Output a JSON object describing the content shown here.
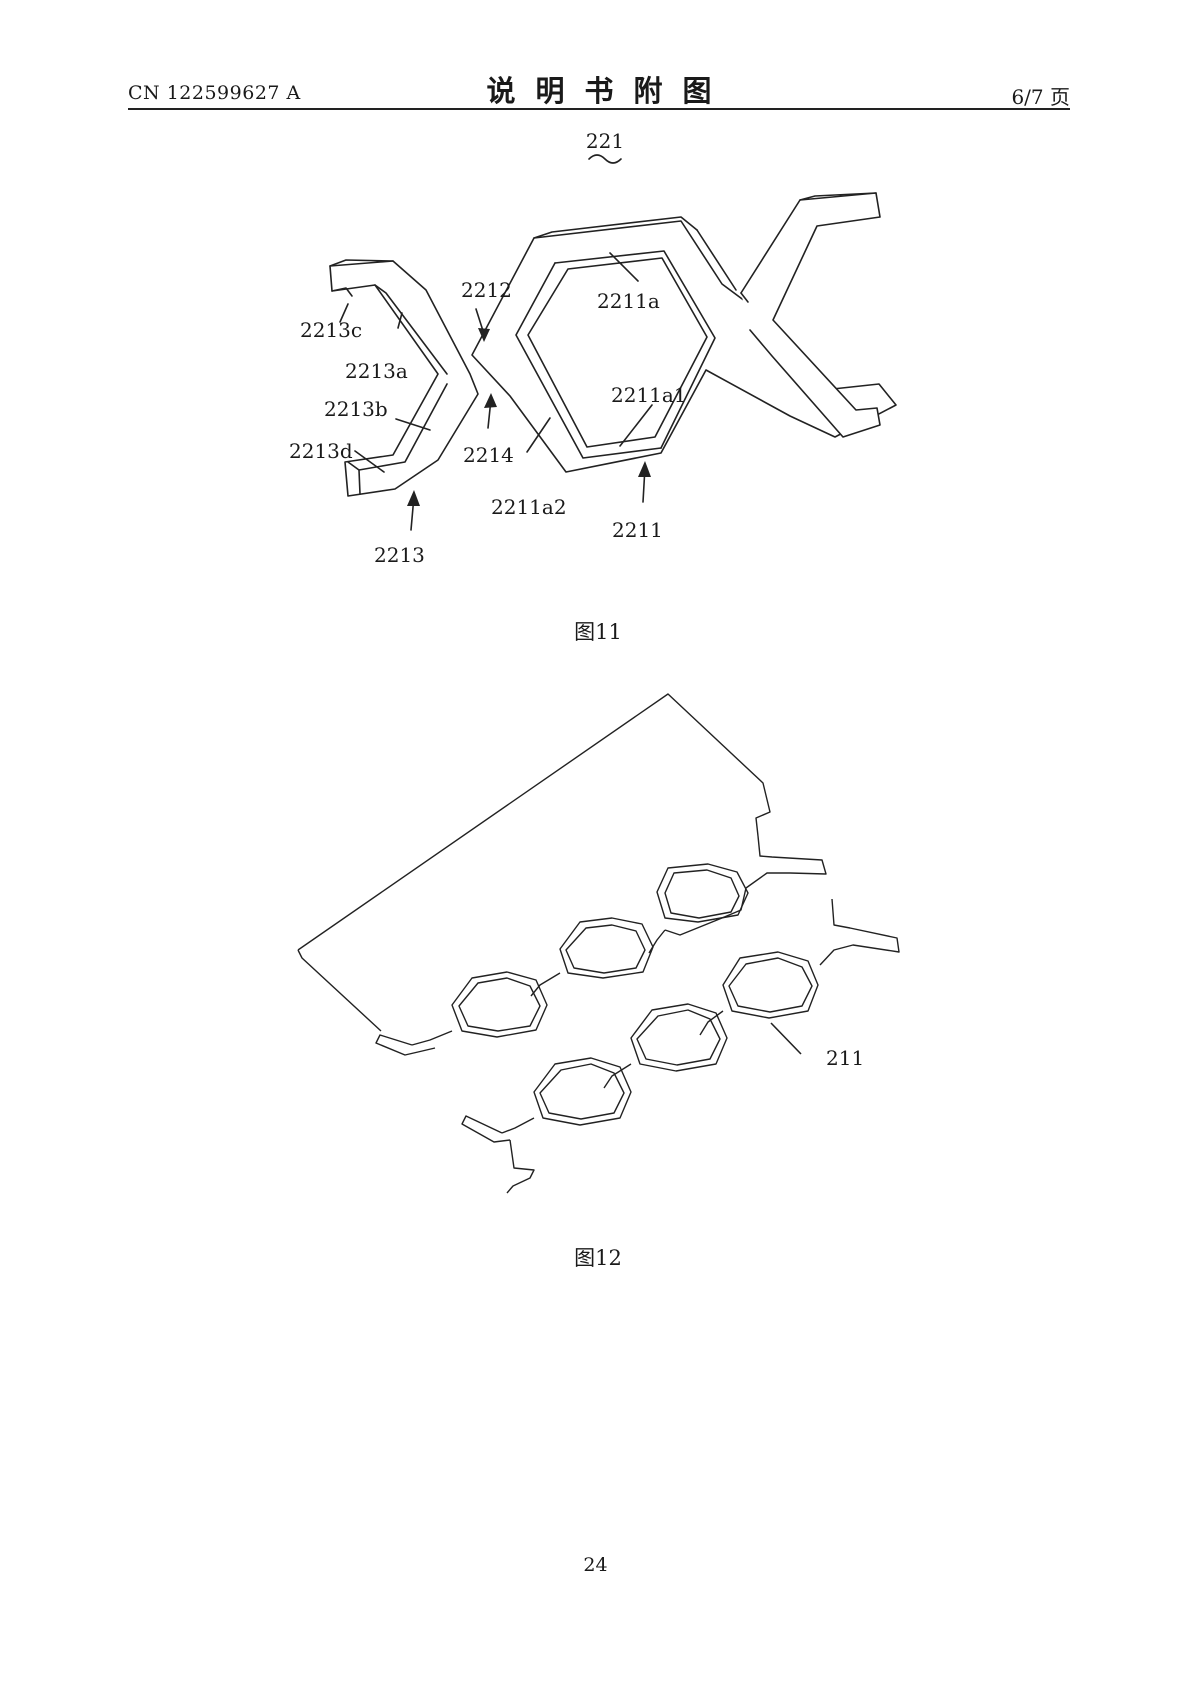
{
  "header": {
    "publication_number": "CN 122599627 A",
    "document_title": "说明书附图",
    "sheet": "6/7 页"
  },
  "figure11": {
    "reference": "221",
    "labels": {
      "l2212": "2212",
      "l2211a": "2211a",
      "l2213c": "2213c",
      "l2213a": "2213a",
      "l2213b": "2213b",
      "l2211a1": "2211a1",
      "l2213d": "2213d",
      "l2214": "2214",
      "l2211a2": "2211a2",
      "l2211": "2211",
      "l2213": "2213"
    },
    "caption": "图11"
  },
  "figure12": {
    "labels": {
      "l211": "211"
    },
    "caption": "图12"
  },
  "page_number": "24"
}
